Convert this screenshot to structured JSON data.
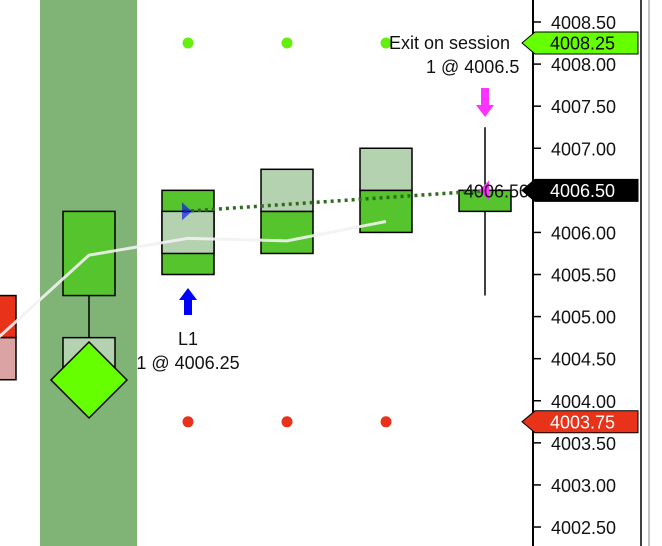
{
  "chart_data": {
    "type": "candlestick",
    "y_axis": {
      "ticks": [
        "4008.50",
        "4008.00",
        "4007.50",
        "4007.00",
        "4006.50",
        "4006.00",
        "4005.50",
        "4005.00",
        "4004.50",
        "4004.00",
        "4003.50",
        "4003.00",
        "4002.50"
      ],
      "range": [
        4002.2,
        4008.75
      ]
    },
    "bars": [
      {
        "index": 0,
        "open": 4005.25,
        "close": 4004.75,
        "ghost_low": 4004.25,
        "color": "red"
      },
      {
        "index": 1,
        "open": 4005.25,
        "close": 4006.25,
        "wick_low": 4004.75,
        "ghost_top": 4004.75,
        "ghost_bottom": 4004.3,
        "highlighted": true
      },
      {
        "index": 2,
        "open": 4005.5,
        "close": 4006.5,
        "ghost_top": 4006.25,
        "ghost_bottom": 4005.75
      },
      {
        "index": 3,
        "open": 4005.75,
        "close": 4006.25,
        "ghost_top": 4006.75
      },
      {
        "index": 4,
        "open": 4006.0,
        "close": 4006.5,
        "ghost_top": 4007.0
      },
      {
        "index": 5,
        "open": 4006.25,
        "close": 4006.5,
        "high": 4007.25,
        "low": 4005.25
      }
    ],
    "average_line": [
      [
        0,
        4004.66
      ],
      [
        1,
        4005.73
      ],
      [
        2,
        4005.93
      ],
      [
        3,
        4005.9
      ],
      [
        4,
        4006.13
      ]
    ],
    "upper_dots": {
      "price": 4008.25,
      "indices": [
        2,
        3,
        4
      ]
    },
    "lower_dots": {
      "price": 4003.75,
      "indices": [
        2,
        3,
        4
      ]
    },
    "position_line": {
      "from": [
        2,
        4006.25
      ],
      "to": [
        5,
        4006.5
      ]
    },
    "entry": {
      "index": 2,
      "label": "L1",
      "detail": "1 @ 4006.25",
      "price": 4006.25
    },
    "exit": {
      "index": 5,
      "label": "Exit on session",
      "detail": "1 @ 4006.5",
      "price": 4006.5
    },
    "diamond_marker": {
      "index": 1,
      "price": 4004.25
    },
    "price_tags": [
      {
        "label": "4008.25",
        "price": 4008.25,
        "color": "#66ff00",
        "text_color": "#000000"
      },
      {
        "label": "4006.50",
        "price": 4006.5,
        "color": "#000000",
        "text_color": "#ffffff"
      },
      {
        "label": "4003.75",
        "price": 4003.75,
        "color": "#e8321a",
        "text_color": "#ffffff"
      }
    ],
    "colors": {
      "up": "#55c42d",
      "ghost": "#b5d2b0",
      "down": "#e8321a",
      "down_ghost": "#dba3a3",
      "highlight_column": "#80b477",
      "entry_arrow": "#0000ff",
      "exit_arrow": "#ff33ff",
      "dotted": "#2e6b1e"
    }
  }
}
